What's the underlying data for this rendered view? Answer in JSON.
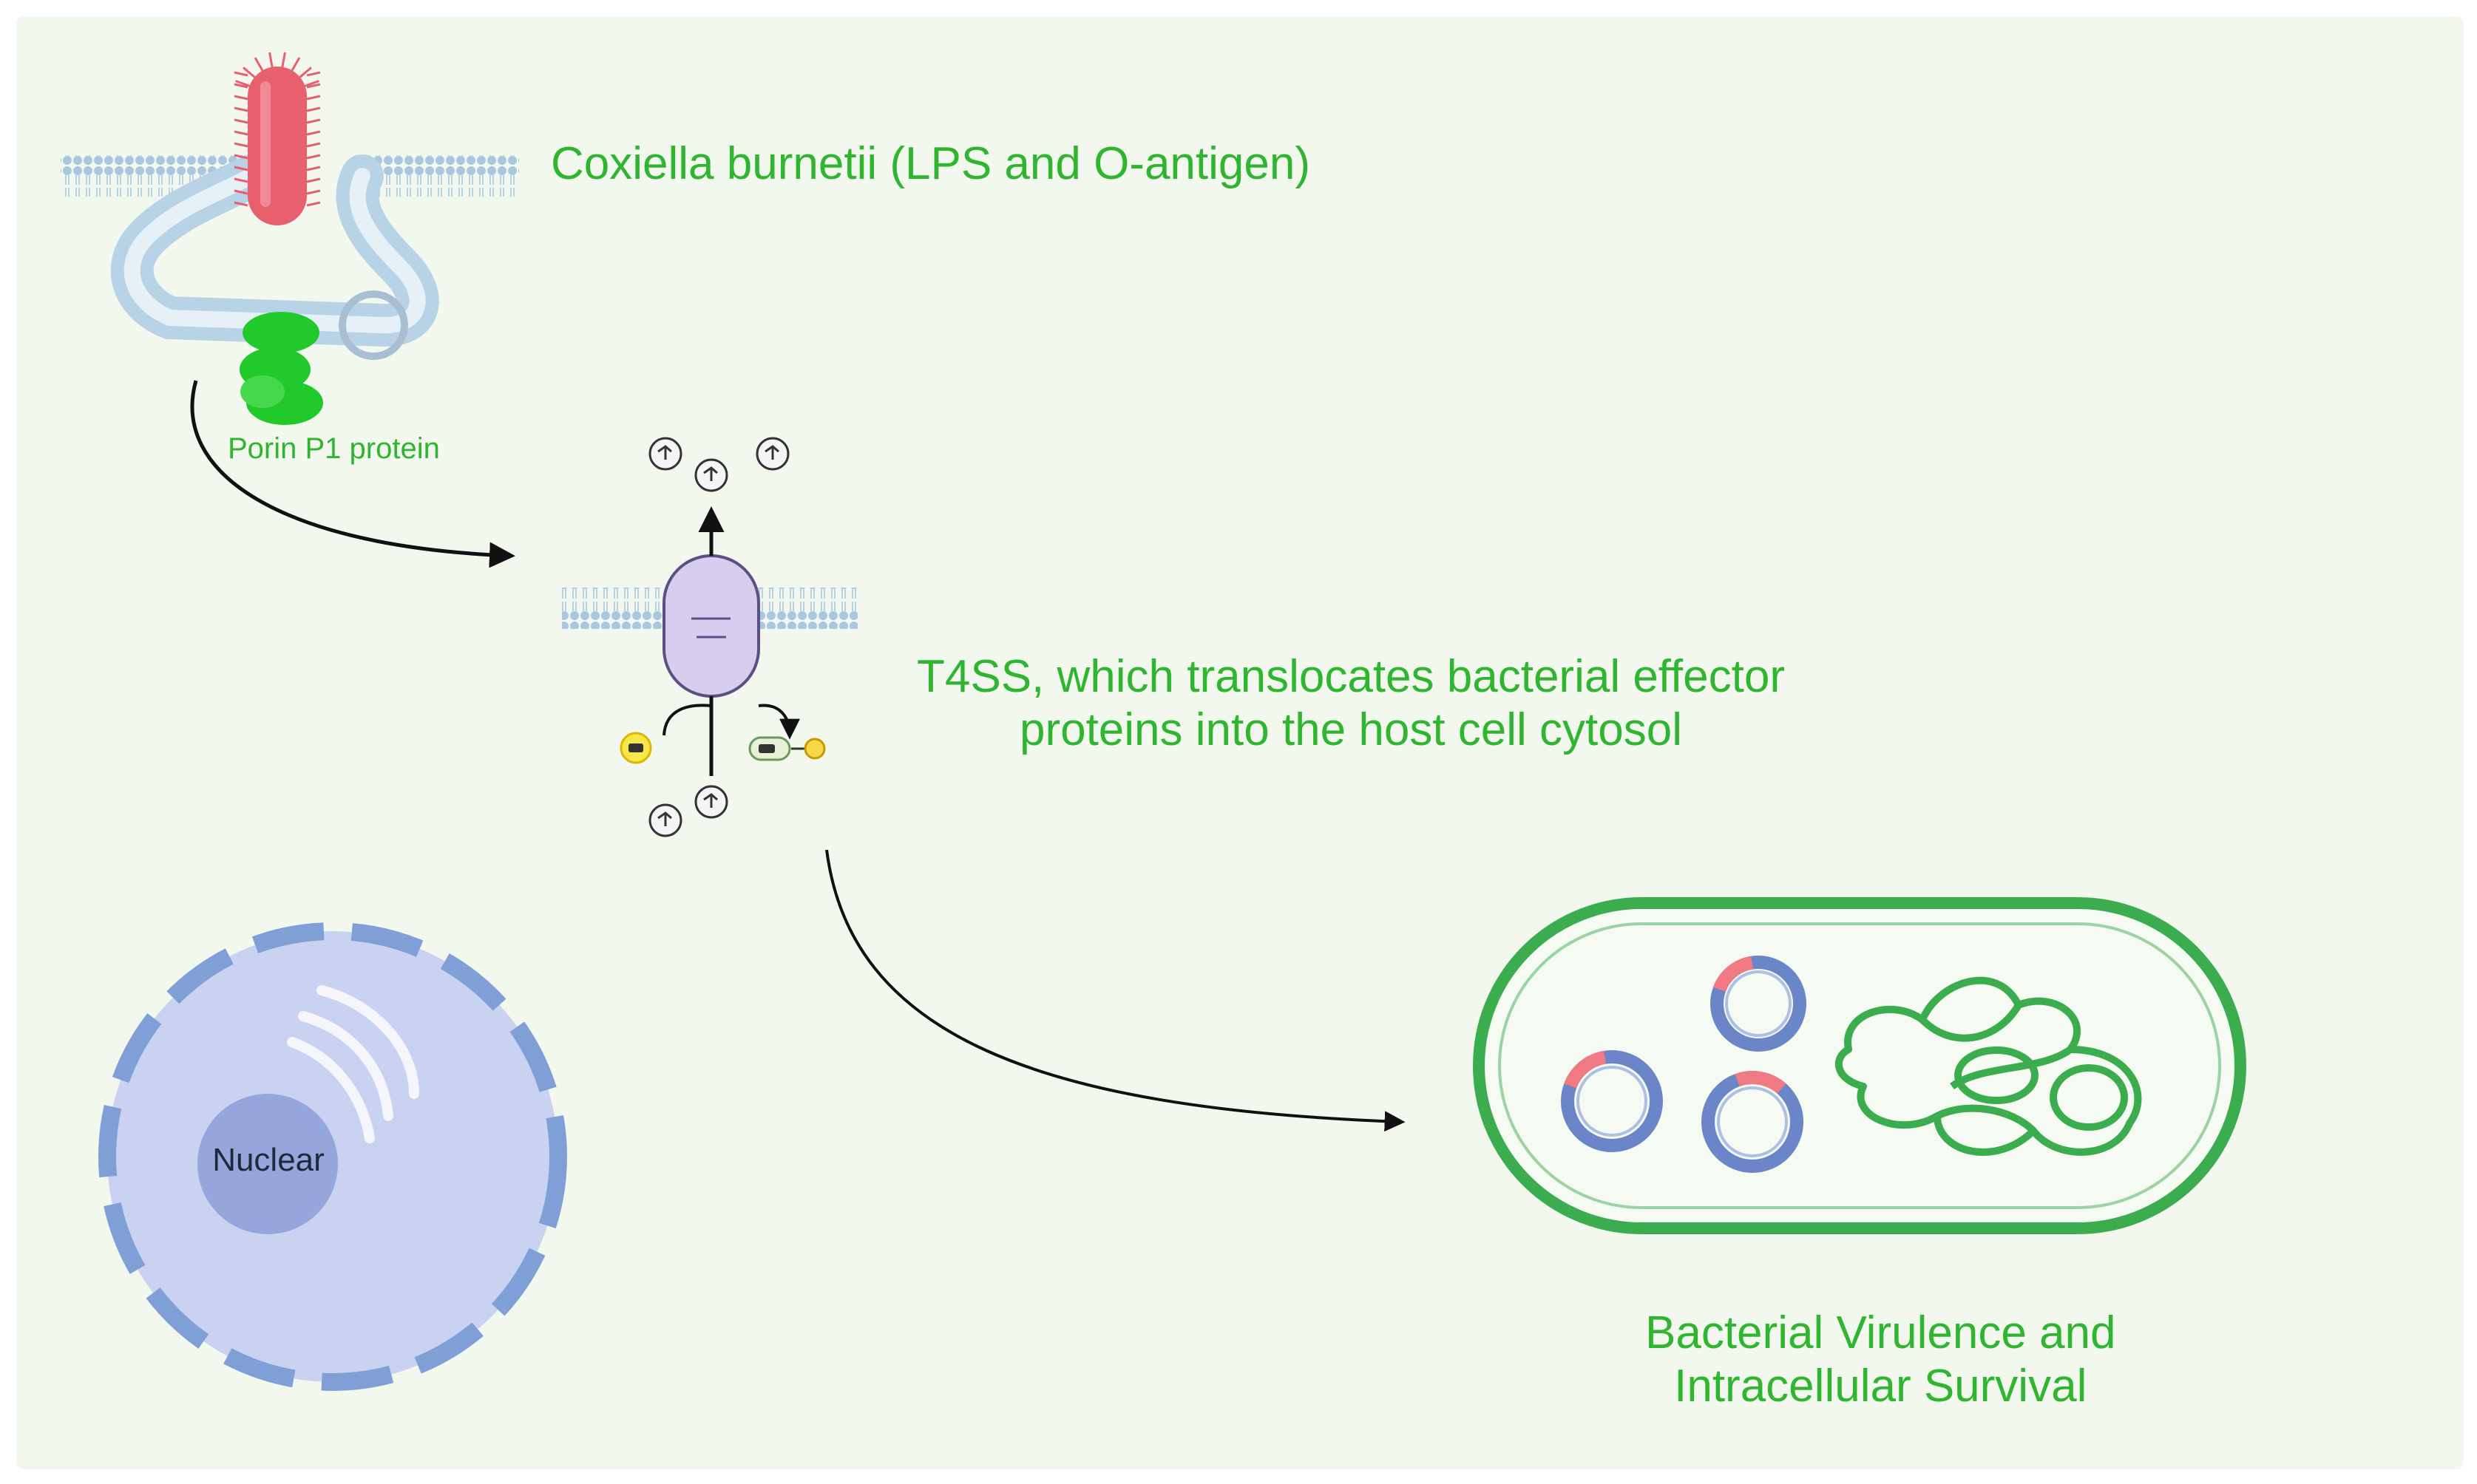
{
  "labels": {
    "coxiella": "Coxiella burnetii (LPS and O-antigen)",
    "porin": "Porin P1 protein",
    "t4ss_line1": "T4SS, which translocates bacterial effector",
    "t4ss_line2": "proteins into the host cell cytosol",
    "outcome_line1": "Bacterial Virulence and",
    "outcome_line2": "Intracellular Survival",
    "nucleus": "Nuclear"
  },
  "colors": {
    "background": "#f2f8ee",
    "label_green": "#2fb52f",
    "bacterium": "#e8606e",
    "porin": "#22c92b",
    "membrane": "#a9c8e0",
    "pump": "#d7cdef",
    "cell": "#c9d2f0",
    "cell_border": "#7f9fd6",
    "nucleus": "#94a6dc",
    "bacterial_cell": "#3cad4e",
    "plasmid_blue": "#6a86c8",
    "plasmid_pink": "#f07a84",
    "arrow": "#111111"
  },
  "icons": {
    "bacterium": "rod-bacterium-icon",
    "porin": "porin-protein-icon",
    "pump": "protein-pump-icon",
    "effector": "effector-molecule-icon",
    "cell": "host-cell-icon",
    "plasmid": "plasmid-icon"
  }
}
